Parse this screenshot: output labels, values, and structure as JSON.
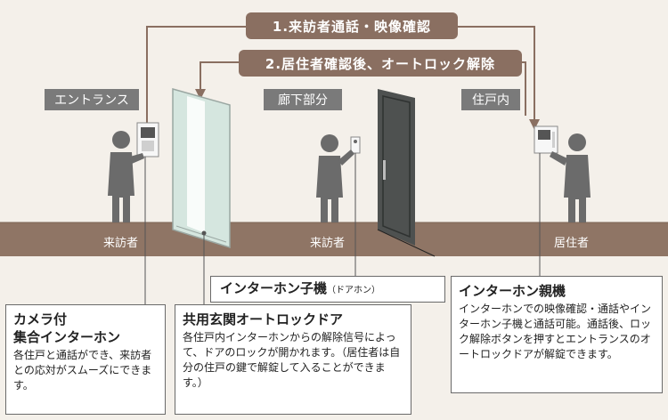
{
  "flows": {
    "top": "1.来訪者通話・映像確認",
    "second": "2.居住者確認後、オートロック解除"
  },
  "zones": {
    "entrance": "エントランス",
    "corridor": "廊下部分",
    "dwelling": "住戸内"
  },
  "figures": {
    "visitor_entrance": "来訪者",
    "visitor_corridor": "来訪者",
    "resident": "居住者"
  },
  "callouts": {
    "camera": {
      "title_line1": "カメラ付",
      "title_line2": "集合インターホン",
      "desc": "各住戸と通話ができ、来訪者との応対がスムーズにできます。"
    },
    "door": {
      "title": "共用玄関オートロックドア",
      "desc": "各住戸内インターホンからの解除信号によって、ドアのロックが開かれます。（居住者は自分の住戸の鍵で解錠して入ることができます。）"
    },
    "child": {
      "title": "インターホン子機",
      "sub": "（ドアホン）"
    },
    "parent": {
      "title": "インターホン親機",
      "desc": "インターホンでの映像確認・通話やインターホン子機と通話可能。通話後、ロック解除ボタンを押すとエントランスのオートロックドアが解錠できます。"
    }
  },
  "colors": {
    "background": "#f4f0ea",
    "floor": "#8f7565",
    "pill": "#8a6f61",
    "zone_label": "#7a7a7a",
    "figure": "#6b6b6b",
    "door_dark": "#4e5150",
    "door_glass": "#d5e6df"
  }
}
